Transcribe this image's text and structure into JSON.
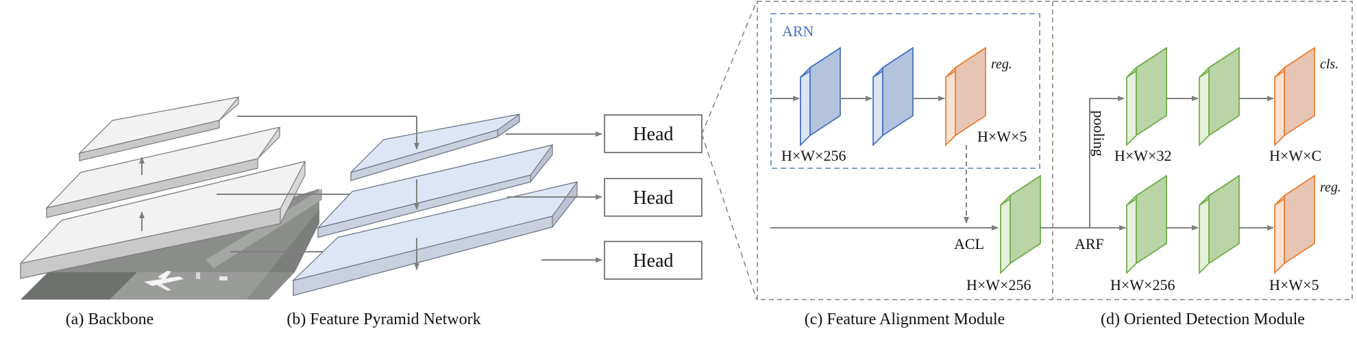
{
  "backbone": {
    "caption": "(a) Backbone"
  },
  "fpn": {
    "caption": "(b) Feature Pyramid Network",
    "heads": [
      "Head",
      "Head",
      "Head"
    ]
  },
  "fam": {
    "caption": "(c) Feature Alignment Module",
    "arn_label": "ARN",
    "reg_label": "reg.",
    "arn_dim_1": "H×W×256",
    "arn_dim_2": "H×W×5",
    "acl_label": "ACL",
    "out_dim": "H×W×256"
  },
  "odm": {
    "caption": "(d) Oriented Detection Module",
    "pooling_label": "pooling",
    "arf_label": "ARF",
    "cls_label": "cls.",
    "reg_label": "reg.",
    "top_dim_1": "H×W×32",
    "top_dim_2": "H×W×C",
    "bot_dim_1": "H×W×256",
    "bot_dim_2": "H×W×5"
  },
  "colors": {
    "backbone_fill": "#f2f2f2",
    "fpn_fill": "#dde6f4",
    "blue_block": "#b4c3dc",
    "blue_edge": "#4472c4",
    "orange_block": "#e6c5b5",
    "orange_edge": "#ed7d31",
    "green_block": "#b9d4a6",
    "green_edge": "#70ad47",
    "arrow": "#7f7f7f",
    "arn_label": "#4472c4"
  }
}
